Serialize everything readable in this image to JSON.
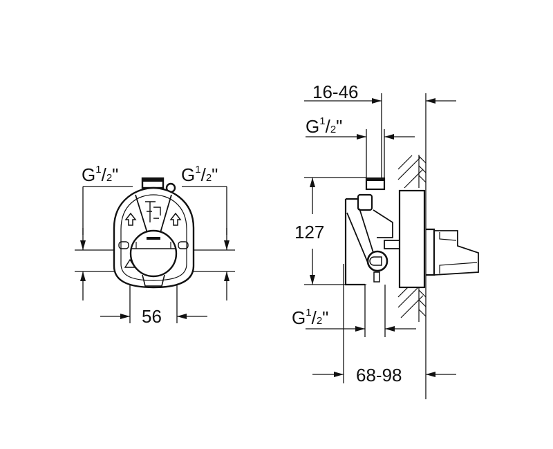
{
  "diagram": {
    "type": "technical-drawing",
    "subject": "concealed mixer valve body installation dimensions",
    "units": "mm",
    "stroke_color": "#111111",
    "background_color": "#ffffff",
    "front_view": {
      "label_left": {
        "prefix": "G",
        "num": "1",
        "den": "2",
        "suffix": "\""
      },
      "label_right": {
        "prefix": "G",
        "num": "1",
        "den": "2",
        "suffix": "\""
      },
      "width_dimension": "56",
      "markings": [
        "arrow-up-left",
        "arrow-up-right",
        "recycle-triangle",
        "brand-logo"
      ]
    },
    "side_view": {
      "depth_range_top": "16-46",
      "thread_top": {
        "prefix": "G",
        "num": "1",
        "den": "2",
        "suffix": "\""
      },
      "height_dimension": "127",
      "thread_bottom": {
        "prefix": "G",
        "num": "1",
        "den": "2",
        "suffix": "\""
      },
      "depth_range_bottom": "68-98",
      "wall": "hatched-wall-section"
    }
  }
}
